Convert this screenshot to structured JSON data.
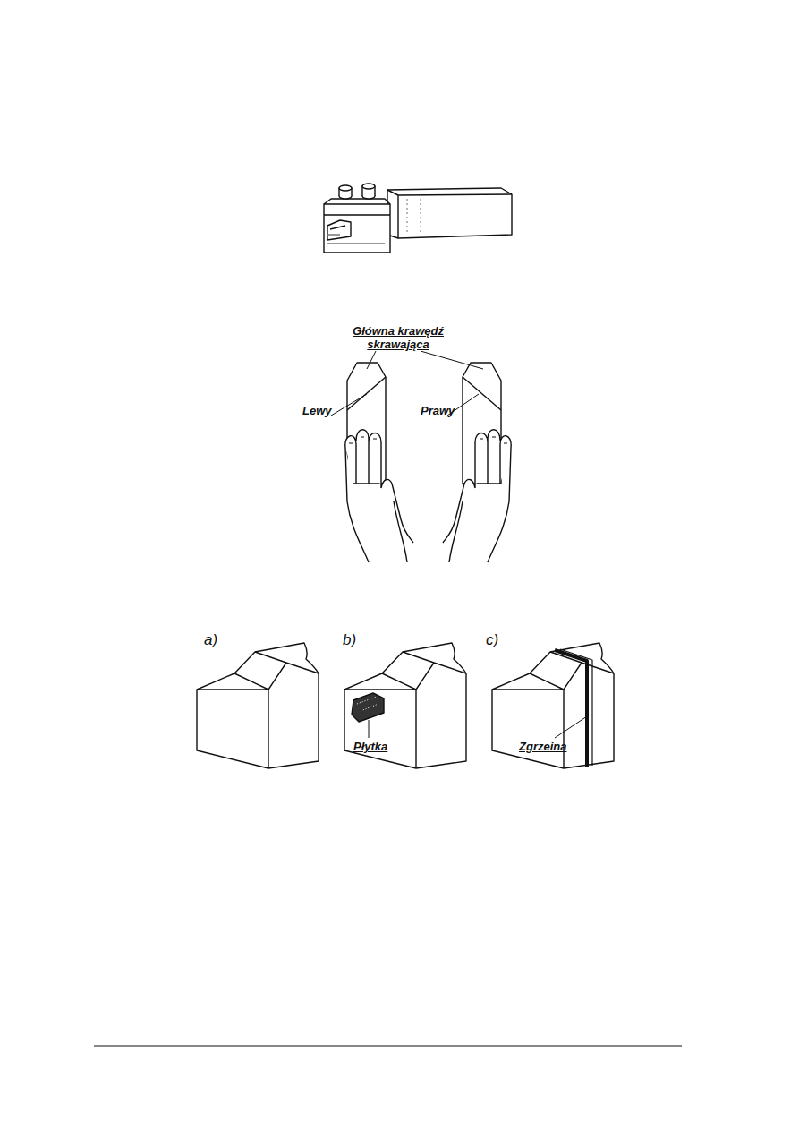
{
  "diagram": {
    "labels": [
      "Główna krawędź skrawająca",
      "Lewy",
      "Prawy",
      "a)",
      "b)",
      "c)",
      "Płytka",
      "Zgrzeina"
    ]
  }
}
